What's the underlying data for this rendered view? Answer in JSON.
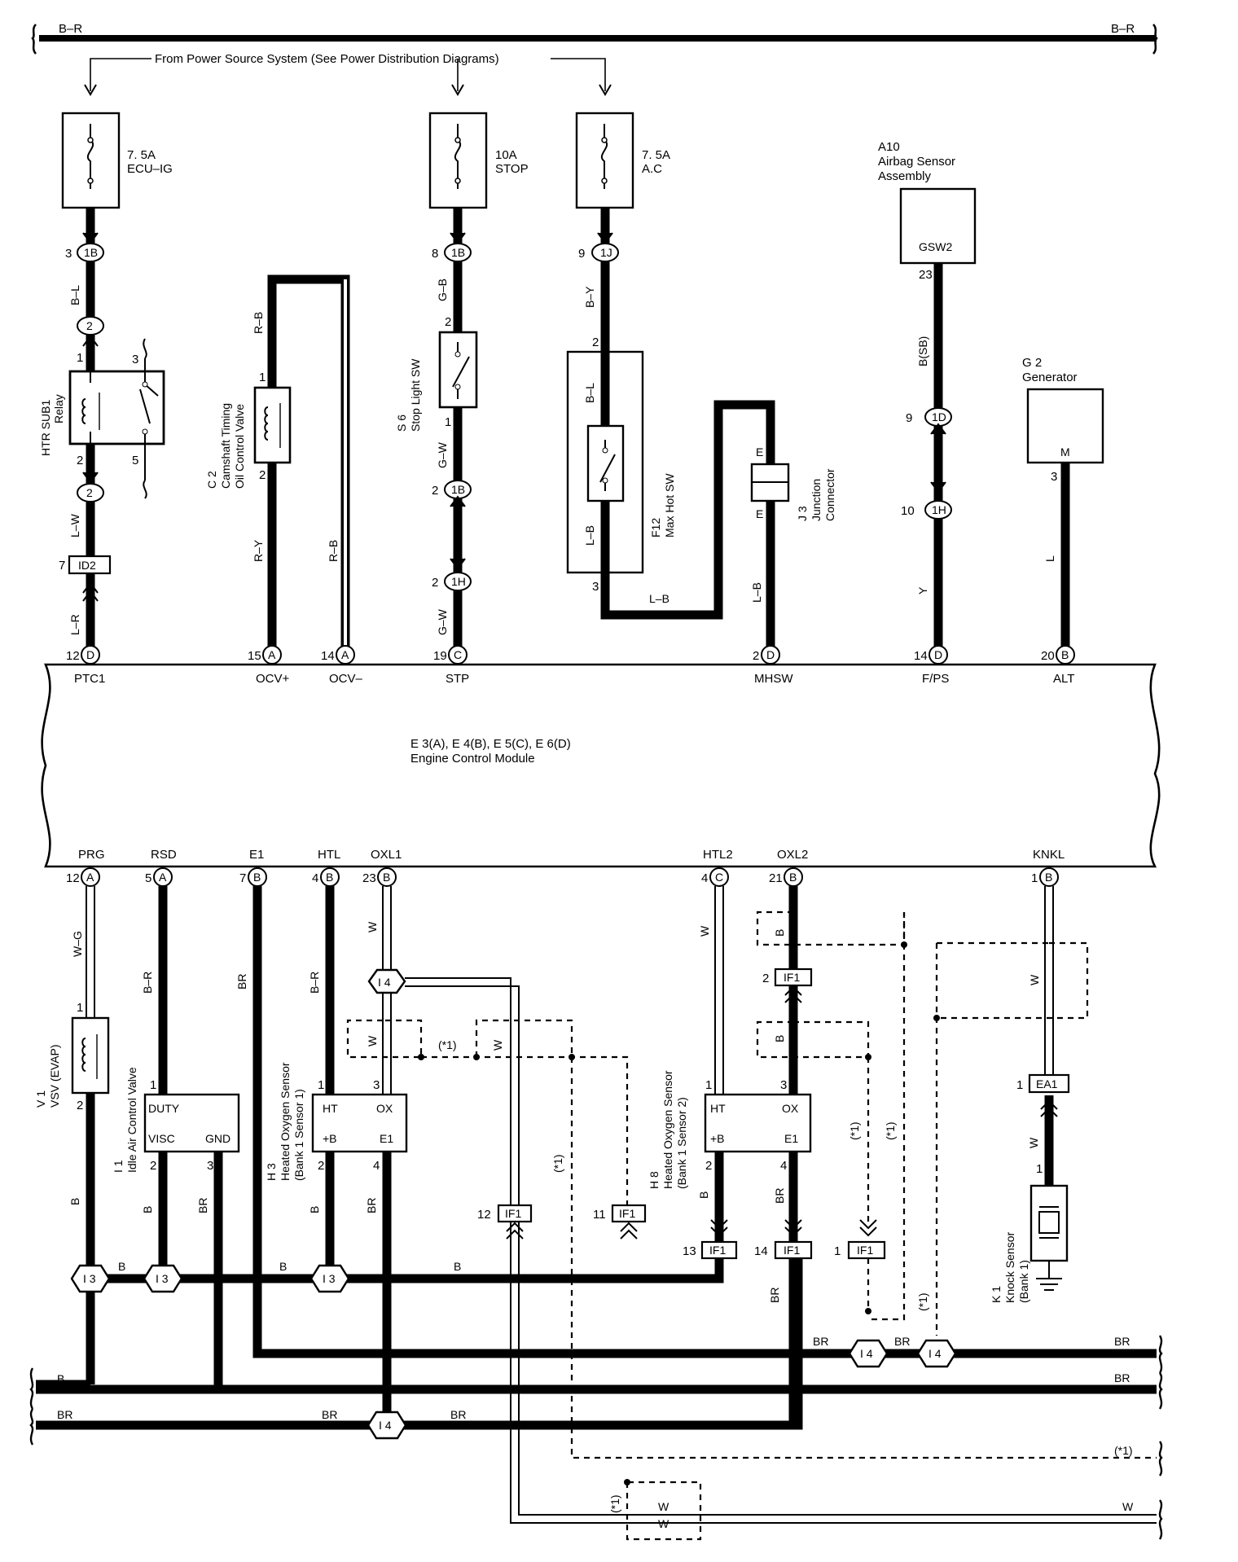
{
  "bus": {
    "top_left": "B–R",
    "top_right": "B–R",
    "rail_B": "B",
    "rail_BR_1": "BR",
    "rail_BR_2": "BR",
    "rail_BR_3": "BR",
    "rail_BR_4": "BR",
    "rail_BR_5": "BR",
    "rail_star": "(*1)",
    "rail_W": "W"
  },
  "power_source": "From Power Source System (See Power Distribution Diagrams)",
  "fuses": [
    {
      "rating": "7. 5A",
      "name": "ECU–IG"
    },
    {
      "rating": "10A",
      "name": "STOP"
    },
    {
      "rating": "7. 5A",
      "name": "A.C"
    }
  ],
  "components": {
    "relay": {
      "code": "HTR SUB1",
      "name": "Relay"
    },
    "camshaft": {
      "code": "C 2",
      "name1": "Camshaft Timing",
      "name2": "Oil Control Valve"
    },
    "stop_sw": {
      "code": "S 6",
      "name": "Stop Light SW"
    },
    "max_hot": {
      "code": "F12",
      "name": "Max Hot SW"
    },
    "junction": {
      "code": "J 3",
      "name1": "Junction",
      "name2": "Connector"
    },
    "airbag": {
      "code": "A10",
      "name1": "Airbag Sensor",
      "name2": "Assembly",
      "pin": "GSW2"
    },
    "generator": {
      "code": "G 2",
      "name": "Generator",
      "pin": "M"
    },
    "ecm": {
      "title": "E 3(A), E 4(B), E 5(C), E 6(D)",
      "name": "Engine Control Module"
    },
    "vsv": {
      "code": "V 1",
      "name": "VSV (EVAP)"
    },
    "iac": {
      "code": "I 1",
      "name": "Idle Air Control Valve",
      "p1": "DUTY",
      "p2": "VISC",
      "p3": "GND"
    },
    "h3": {
      "code": "H 3",
      "name1": "Heated Oxygen Sensor",
      "name2": "(Bank 1 Sensor 1)",
      "p1": "HT",
      "p2": "OX",
      "p3": "+B",
      "p4": "E1"
    },
    "h8": {
      "code": "H 8",
      "name1": "Heated Oxygen Sensor",
      "name2": "(Bank 1 Sensor 2)",
      "p1": "HT",
      "p2": "OX",
      "p3": "+B",
      "p4": "E1"
    },
    "knock": {
      "code": "K 1",
      "name1": "Knock Sensor",
      "name2": "(Bank 1)"
    }
  },
  "ecm_top_terminals": [
    {
      "label": "PTC1",
      "pin": "12",
      "conn": "D"
    },
    {
      "label": "OCV+",
      "pin": "15",
      "conn": "A"
    },
    {
      "label": "OCV–",
      "pin": "14",
      "conn": "A"
    },
    {
      "label": "STP",
      "pin": "19",
      "conn": "C"
    },
    {
      "label": "MHSW",
      "pin": "2",
      "conn": "D"
    },
    {
      "label": "F/PS",
      "pin": "14",
      "conn": "D"
    },
    {
      "label": "ALT",
      "pin": "20",
      "conn": "B"
    }
  ],
  "ecm_bottom_terminals": [
    {
      "label": "PRG",
      "pin": "12",
      "conn": "A"
    },
    {
      "label": "RSD",
      "pin": "5",
      "conn": "A"
    },
    {
      "label": "E1",
      "pin": "7",
      "conn": "B"
    },
    {
      "label": "HTL",
      "pin": "4",
      "conn": "B"
    },
    {
      "label": "OXL1",
      "pin": "23",
      "conn": "B"
    },
    {
      "label": "HTL2",
      "pin": "4",
      "conn": "C"
    },
    {
      "label": "OXL2",
      "pin": "21",
      "conn": "B"
    },
    {
      "label": "KNKL",
      "pin": "1",
      "conn": "B"
    }
  ],
  "connectors": {
    "c1B_a": "1B",
    "c2_a": "2",
    "c2_b": "2",
    "cID2": "ID2",
    "c1B_b": "1B",
    "c1B_c": "1B",
    "c1H_a": "1H",
    "c1J": "1J",
    "c1D": "1D",
    "c1H_b": "1H",
    "cI4_a": "I 4",
    "cI3_a": "I 3",
    "cI3_b": "I 3",
    "cI3_c": "I 3",
    "cI4_b": "I 4",
    "cI4_c": "I 4",
    "cI4_d": "I 4",
    "cIF1": "IF1",
    "cEA1": "EA1"
  },
  "wire_colors": {
    "bl": "B–L",
    "lw": "L–W",
    "lr": "L–R",
    "rb1": "R–B",
    "ry": "R–Y",
    "rb2": "R–B",
    "gb": "G–B",
    "gw1": "G–W",
    "gw2": "G–W",
    "by": "B–Y",
    "bl2": "B–L",
    "lb1": "L–B",
    "lb2": "L–B",
    "lb3": "L–B",
    "e1": "E",
    "e2": "E",
    "bsb": "B(SB)",
    "y": "Y",
    "l": "L",
    "wg": "W–G",
    "br_rsd": "B–R",
    "br_e1": "BR",
    "br_htl": "B–R",
    "w_oxl1": "W",
    "w_htl2": "W",
    "b_oxl2": "B",
    "w_knkl": "W",
    "w_a": "W",
    "w_b": "W",
    "w_c": "W",
    "b_a": "B",
    "b_b": "B",
    "b_c": "B",
    "b_d": "B",
    "b_e": "B",
    "b_f": "B",
    "b_g": "B",
    "br_a": "BR",
    "br_b": "BR",
    "br_c": "BR",
    "br_d": "BR",
    "br_e": "BR",
    "br_f": "BR",
    "w_knk2": "W",
    "star1": "(*1)",
    "star2": "(*1)",
    "star3": "(*1)",
    "star4": "(*1)",
    "star5": "(*1)",
    "star6": "(*1)",
    "star7": "(*1)",
    "w_bot": "W",
    "b_v": "B",
    "b_iac": "B",
    "br_iac": "BR",
    "b_h3": "B",
    "br_h3": "BR",
    "b_h8": "B",
    "br_h8": "BR",
    "br_bot1": "BR",
    "br_bot2": "BR"
  },
  "pins": {
    "p3": "3",
    "p1a": "1",
    "p3b": "3",
    "p2a": "2",
    "p5": "5",
    "p7": "7",
    "p12": "12",
    "p1b": "1",
    "p2b": "2",
    "p15": "15",
    "p14": "14",
    "p8": "8",
    "p2c": "2",
    "p1c": "1",
    "p2d": "2",
    "p2e": "2",
    "p19": "19",
    "p9": "9",
    "p2f": "2",
    "p3c": "3",
    "p2g": "2",
    "p23": "23",
    "p9b": "9",
    "p10": "10",
    "p14b": "14",
    "p3d": "3",
    "p20": "20",
    "p12b": "12",
    "p5b": "5",
    "p7b": "7",
    "p4": "4",
    "p23b": "23",
    "p4b": "4",
    "p21": "21",
    "p1d": "1",
    "p1e": "1",
    "p2h": "2",
    "p1f": "1",
    "p2i": "2",
    "p3e": "3",
    "p1g": "1",
    "p3f": "3",
    "p2j": "2",
    "p4c": "4",
    "p1h": "1",
    "p3g": "3",
    "p2k": "2",
    "p4d": "4",
    "p2l": "2",
    "p12c": "12",
    "p11": "11",
    "p13": "13",
    "p14c": "14",
    "p1i": "1",
    "p1j": "1",
    "p1k": "1"
  }
}
